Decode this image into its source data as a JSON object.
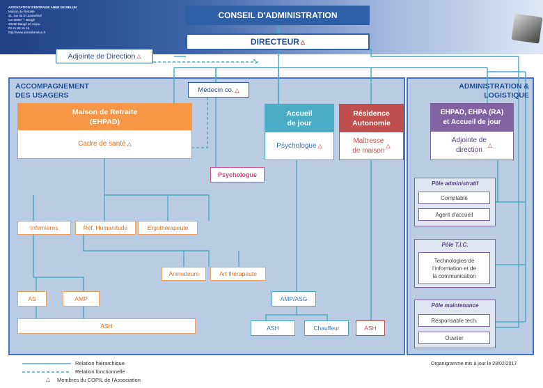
{
  "header": {
    "association_lines": [
      "ASSOCIATION D'ENTRAIDE ANNE DE MELUN",
      "Maison de Retraite",
      "",
      "21, rue du Dr Zamenhof",
      "CS 50067 – Baugé",
      "49150 Baugé en Anjou",
      "02.41.89.16.16",
      "http://www.annedemelun.fr"
    ]
  },
  "top": {
    "conseil": "CONSEIL D'ADMINISTRATION",
    "directeur": "DIRECTEUR",
    "adjointe_direction": "Adjointe de Direction"
  },
  "left_panel": {
    "title": "ACCOMPAGNEMENT\nDES USAGERS",
    "medecin": "Médecin co.",
    "psychologue": "Psychologue",
    "maison": {
      "head": "Maison de Retraite\n(EHPAD)",
      "body": "Cadre de santé"
    },
    "accueil": {
      "head": "Accueil\nde jour",
      "body": "Psychologue"
    },
    "residence": {
      "head": "Résidence\nAutonomie",
      "body": "Maîtresse\nde maison"
    },
    "staff": {
      "infirmieres": "Infirmières",
      "ref_humanitude": "Réf. Humanitude",
      "ergotherapeute": "Ergothérapeute",
      "animateurs": "Animateurs",
      "art_therapeute": "Art thérapeute",
      "as": "AS",
      "amp": "AMP",
      "ash": "ASH",
      "amp_asg": "AMP/ASG",
      "ash_accueil": "ASH",
      "chauffeur": "Chauffeur",
      "ash_residence": "ASH"
    }
  },
  "right_panel": {
    "title": "ADMINISTRATION &\nLOGISTIQUE",
    "card": {
      "head": "EHPAD, EHPA (RA)\net Accueil de jour",
      "body": "Adjointe de\ndirection"
    },
    "poles": [
      {
        "title": "Pôle administratif",
        "items": [
          "Comptable",
          "Agent d'accueil"
        ]
      },
      {
        "title": "Pôle T.I.C.",
        "items": [
          "Technologies de\nl'information et de\nla communication"
        ]
      },
      {
        "title": "Pôle maintenance",
        "items": [
          "Responsable tech.",
          "Ouvrier"
        ]
      }
    ]
  },
  "legend": {
    "hierarchique": "Relation hiérarchique",
    "fonctionnelle": "Relation fonctionnelle",
    "copil": "Membres du COPIL de l'Association"
  },
  "footer": {
    "date_note": "Organigramme mis à jour le 28/02/2017"
  },
  "colors": {
    "blue_line": "#4bacc6",
    "panel_fill": "#b9cce4",
    "panel_border": "#4472c4",
    "maison": "#f79646",
    "accueil": "#4bacc6",
    "residence": "#c0504d",
    "admin": "#8064a2",
    "psychologue_pink": "#e0508f",
    "warning": "#e02020"
  }
}
